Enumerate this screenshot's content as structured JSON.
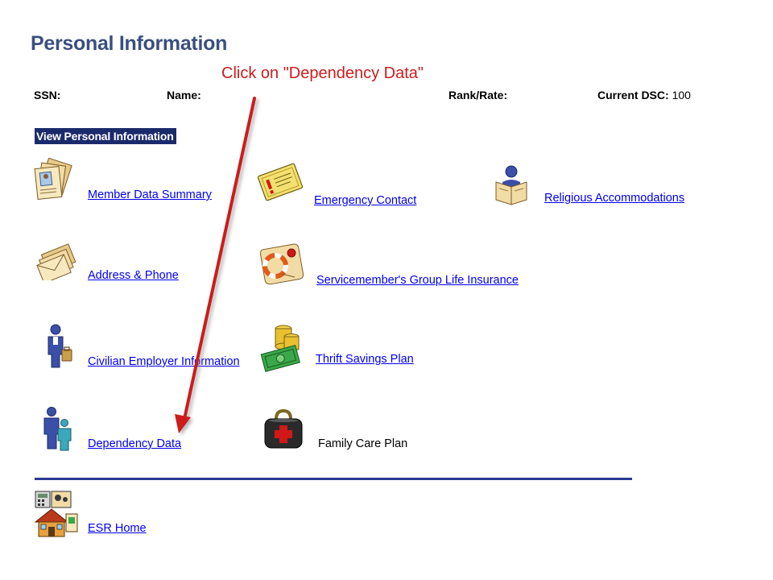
{
  "page": {
    "title": "Personal Information"
  },
  "header": {
    "ssn_label": "SSN:",
    "name_label": "Name:",
    "rank_label": "Rank/Rate:",
    "dsc_label": "Current DSC:",
    "dsc_value": "100"
  },
  "callout": {
    "text": "Click on \"Dependency Data\"",
    "color": "#cc1c1c"
  },
  "section": {
    "label": "View Personal Information"
  },
  "links": {
    "member_data_summary": "Member Data Summary",
    "emergency_contact": "Emergency Contact",
    "religious_accommodations": "Religious Accommodations",
    "address_phone": "Address & Phone",
    "sgli": "Servicemember's Group Life Insurance",
    "civilian_employer": "Civilian Employer Information",
    "thrift_savings": "Thrift Savings Plan",
    "dependency_data": "Dependency Data",
    "family_care_plan": "Family Care Plan",
    "esr_home": "ESR Home"
  },
  "colors": {
    "title": "#3a4f7e",
    "section_bg": "#1b2a6b",
    "link": "#0000ee",
    "divider": "#2b3a94",
    "arrow": "#cc1c1c"
  }
}
